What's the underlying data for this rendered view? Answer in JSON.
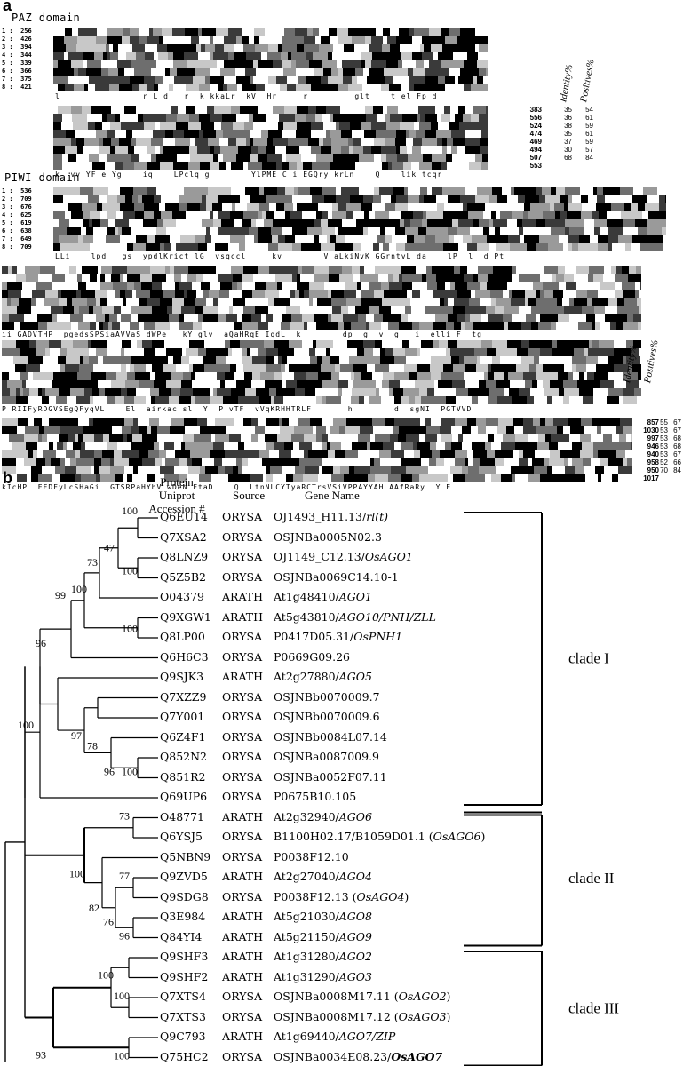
{
  "panels": {
    "a": "a",
    "b": "b"
  },
  "paz": {
    "title": "PAZ domain",
    "labels": [
      "1 :  256",
      "2 :  426",
      "3 :  394",
      "4 :  344",
      "5 :  339",
      "6 :  366",
      "7 :  375",
      "8 :  421"
    ],
    "consensus1": "l                r L d   r  k kkaLr  kV  Hr     r         glt    t el Fp d",
    "consensus2": "k  vv YF e Yg    iq    LPclq g        YlPME C i EGQry krLn    Q    lik tcqr",
    "stats": [
      [
        "383",
        "35",
        "54"
      ],
      [
        "556",
        "36",
        "61"
      ],
      [
        "524",
        "38",
        "59"
      ],
      [
        "474",
        "35",
        "61"
      ],
      [
        "469",
        "37",
        "59"
      ],
      [
        "494",
        "30",
        "57"
      ],
      [
        "507",
        "68",
        "84"
      ],
      [
        "553",
        "",
        ""
      ]
    ]
  },
  "piwi": {
    "title": "PIWI domain",
    "labels": [
      "1 :  536",
      "2 :  709",
      "3 :  676",
      "4 :  625",
      "5 :  619",
      "6 :  638",
      "7 :  649",
      "8 :  709"
    ],
    "consensus1": "LLi    lpd   gs  ypdlKrict lG  vsqccl     kv        V aLkiNvK GGrntvL da    lP  l  d Pt",
    "consensus2": "ii GADVTHP  pgedsSPSiaAVVaS dWPe   kY glv  aQaHRqE IqdL  k        dp  g  v  g   i  elli F  tg",
    "consensus3": "P RIIFyRDGVSEgQFyqVL    El  airkac sl  Y  P vTF  vVqKRHHTRLF       h        d  sgNI  PGTVVD",
    "consensus4": "kIcHP  EFDFyLcSHaGi  GTSRPaHYhVLwDeN FtaD    Q  LtnNLCYTyaRCTrsVSiVPPAYYAHLAAfRaRy  Y E",
    "stats": [
      [
        "857",
        "55",
        "67"
      ],
      [
        "1030",
        "53",
        "67"
      ],
      [
        "997",
        "53",
        "68"
      ],
      [
        "946",
        "53",
        "68"
      ],
      [
        "940",
        "53",
        "67"
      ],
      [
        "958",
        "52",
        "66"
      ],
      [
        "950",
        "70",
        "84"
      ],
      [
        "1017",
        "",
        ""
      ]
    ]
  },
  "stat_headers": {
    "identity": "Identity%",
    "positives": "Positives%"
  },
  "tree": {
    "headers": {
      "protein": "Protein Uniprot Accession #",
      "source": "Source",
      "gene": "Gene Name"
    },
    "rows": [
      {
        "acc": "Q6EU14",
        "src": "ORYSA",
        "gene": "OJ1493_H11.13/",
        "gi": "rl(t)"
      },
      {
        "acc": "Q7XSA2",
        "src": "ORYSA",
        "gene": "OSJNBa0005N02.3",
        "gi": ""
      },
      {
        "acc": "Q8LNZ9",
        "src": "ORYSA",
        "gene": "OJ1149_C12.13/",
        "gi": "OsAGO1"
      },
      {
        "acc": "Q5Z5B2",
        "src": "ORYSA",
        "gene": "OSJNBa0069C14.10-1",
        "gi": ""
      },
      {
        "acc": "O04379",
        "src": "ARATH",
        "gene": "At1g48410/",
        "gi": "AGO1"
      },
      {
        "acc": "Q9XGW1",
        "src": "ARATH",
        "gene": "At5g43810/",
        "gi": "AGO10/PNH/ZLL"
      },
      {
        "acc": "Q8LP00",
        "src": "ORYSA",
        "gene": "P0417D05.31/",
        "gi": "OsPNH1"
      },
      {
        "acc": "Q6H6C3",
        "src": "ORYSA",
        "gene": "P0669G09.26",
        "gi": ""
      },
      {
        "acc": "Q9SJK3",
        "src": "ARATH",
        "gene": "At2g27880/",
        "gi": "AGO5"
      },
      {
        "acc": "Q7XZZ9",
        "src": "ORYSA",
        "gene": "OSJNBb0070009.7",
        "gi": ""
      },
      {
        "acc": "Q7Y001",
        "src": "ORYSA",
        "gene": "OSJNBb0070009.6",
        "gi": ""
      },
      {
        "acc": "Q6Z4F1",
        "src": "ORYSA",
        "gene": "OSJNBb0084L07.14",
        "gi": ""
      },
      {
        "acc": "Q852N2",
        "src": "ORYSA",
        "gene": "OSJNBa0087009.9",
        "gi": ""
      },
      {
        "acc": "Q851R2",
        "src": "ORYSA",
        "gene": "OSJNBa0052F07.11",
        "gi": ""
      },
      {
        "acc": "Q69UP6",
        "src": "ORYSA",
        "gene": "P0675B10.105",
        "gi": ""
      },
      {
        "acc": "O48771",
        "src": "ARATH",
        "gene": "At2g32940/",
        "gi": "AGO6"
      },
      {
        "acc": "Q6YSJ5",
        "src": "ORYSA",
        "gene": "B1100H02.17/B1059D01.1 (",
        "gi": "OsAGO6",
        "tail": ")"
      },
      {
        "acc": "Q5NBN9",
        "src": "ORYSA",
        "gene": "P0038F12.10",
        "gi": ""
      },
      {
        "acc": "Q9ZVD5",
        "src": "ARATH",
        "gene": "At2g27040/",
        "gi": "AGO4"
      },
      {
        "acc": "Q9SDG8",
        "src": "ORYSA",
        "gene": "P0038F12.13 (",
        "gi": "OsAGO4",
        "tail": ")"
      },
      {
        "acc": "Q3E984",
        "src": "ARATH",
        "gene": "At5g21030/",
        "gi": "AGO8"
      },
      {
        "acc": "Q84YI4",
        "src": "ARATH",
        "gene": "At5g21150/",
        "gi": "AGO9"
      },
      {
        "acc": "Q9SHF3",
        "src": "ARATH",
        "gene": "At1g31280/",
        "gi": "AGO2"
      },
      {
        "acc": "Q9SHF2",
        "src": "ARATH",
        "gene": "At1g31290/",
        "gi": "AGO3"
      },
      {
        "acc": "Q7XTS4",
        "src": "ORYSA",
        "gene": "OSJNBa0008M17.11 (",
        "gi": "OsAGO2",
        "tail": ")"
      },
      {
        "acc": "Q7XTS3",
        "src": "ORYSA",
        "gene": "OSJNBa0008M17.12 (",
        "gi": "OsAGO3",
        "tail": ")"
      },
      {
        "acc": "Q9C793",
        "src": "ARATH",
        "gene": "At1g69440/",
        "gi": "AGO7/ZIP"
      },
      {
        "acc": "Q75HC2",
        "src": "ORYSA",
        "gene": "OSJNBa0034E08.23/",
        "gi": "OsAGO7"
      }
    ],
    "bootstraps": [
      "100",
      "47",
      "73",
      "100",
      "100",
      "99",
      "96",
      "97",
      "78",
      "96",
      "100",
      "100",
      "73",
      "100",
      "82",
      "77",
      "76",
      "96",
      "100",
      "100",
      "93",
      "100"
    ],
    "clades": [
      "clade I",
      "clade II",
      "clade III"
    ]
  }
}
